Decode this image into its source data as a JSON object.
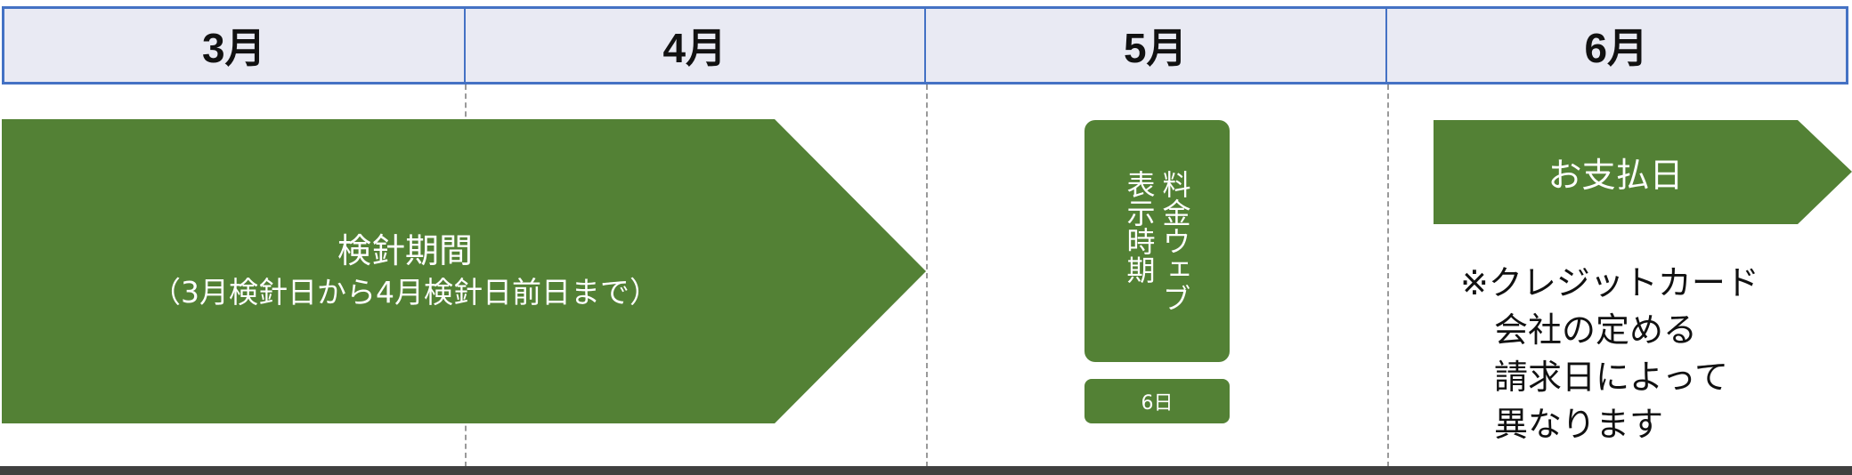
{
  "header": {
    "months": [
      "3月",
      "4月",
      "5月",
      "6月"
    ]
  },
  "colors": {
    "green": "#538135",
    "header_bg": "#e9eaf3",
    "header_border": "#4472c4",
    "bottom_bar": "#404040"
  },
  "reading_period": {
    "title": "検針期間",
    "subtitle": "（3月検針日から4月検針日前日まで）"
  },
  "web_display": {
    "label": "料金ウェブ\n表示時期",
    "day": "6日"
  },
  "payment": {
    "label": "お支払日",
    "note": [
      "※クレジットカード",
      "　会社の定める",
      "　請求日によって",
      "　異なります"
    ]
  }
}
